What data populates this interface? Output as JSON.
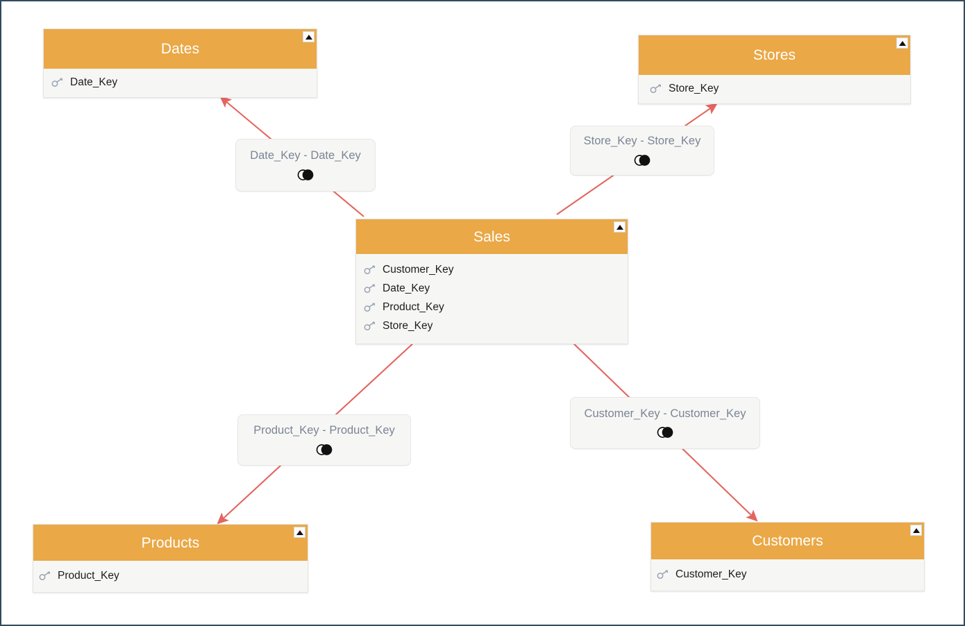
{
  "diagram": {
    "type": "entity-relationship-model",
    "canvas_border_color": "#33495e",
    "background_color": "#ffffff",
    "table_header_color": "#eaa846",
    "table_body_color": "#f6f7f5",
    "relationship_line_color": "#e3655f",
    "relationship_label_color": "#7b8494",
    "key_icon_color": "#9aa3b2"
  },
  "tables": [
    {
      "name": "Dates",
      "collapse_icon": "triangle-up-icon",
      "fields": [
        {
          "icon": "key-icon",
          "label": "Date_Key"
        }
      ]
    },
    {
      "name": "Stores",
      "collapse_icon": "triangle-up-icon",
      "fields": [
        {
          "icon": "key-icon",
          "label": "Store_Key"
        }
      ]
    },
    {
      "name": "Sales",
      "collapse_icon": "triangle-up-icon",
      "fields": [
        {
          "icon": "key-icon",
          "label": "Customer_Key"
        },
        {
          "icon": "key-icon",
          "label": "Date_Key"
        },
        {
          "icon": "key-icon",
          "label": "Product_Key"
        },
        {
          "icon": "key-icon",
          "label": "Store_Key"
        }
      ]
    },
    {
      "name": "Products",
      "collapse_icon": "triangle-up-icon",
      "fields": [
        {
          "icon": "key-icon",
          "label": "Product_Key"
        }
      ]
    },
    {
      "name": "Customers",
      "collapse_icon": "triangle-up-icon",
      "fields": [
        {
          "icon": "key-icon",
          "label": "Customer_Key"
        }
      ]
    }
  ],
  "relationships": [
    {
      "label": "Date_Key - Date_Key",
      "join_icon": "inner-join-icon",
      "from": "Sales",
      "to": "Dates"
    },
    {
      "label": "Store_Key - Store_Key",
      "join_icon": "inner-join-icon",
      "from": "Sales",
      "to": "Stores"
    },
    {
      "label": "Product_Key - Product_Key",
      "join_icon": "inner-join-icon",
      "from": "Sales",
      "to": "Products"
    },
    {
      "label": "Customer_Key - Customer_Key",
      "join_icon": "inner-join-icon",
      "from": "Sales",
      "to": "Customers"
    }
  ]
}
